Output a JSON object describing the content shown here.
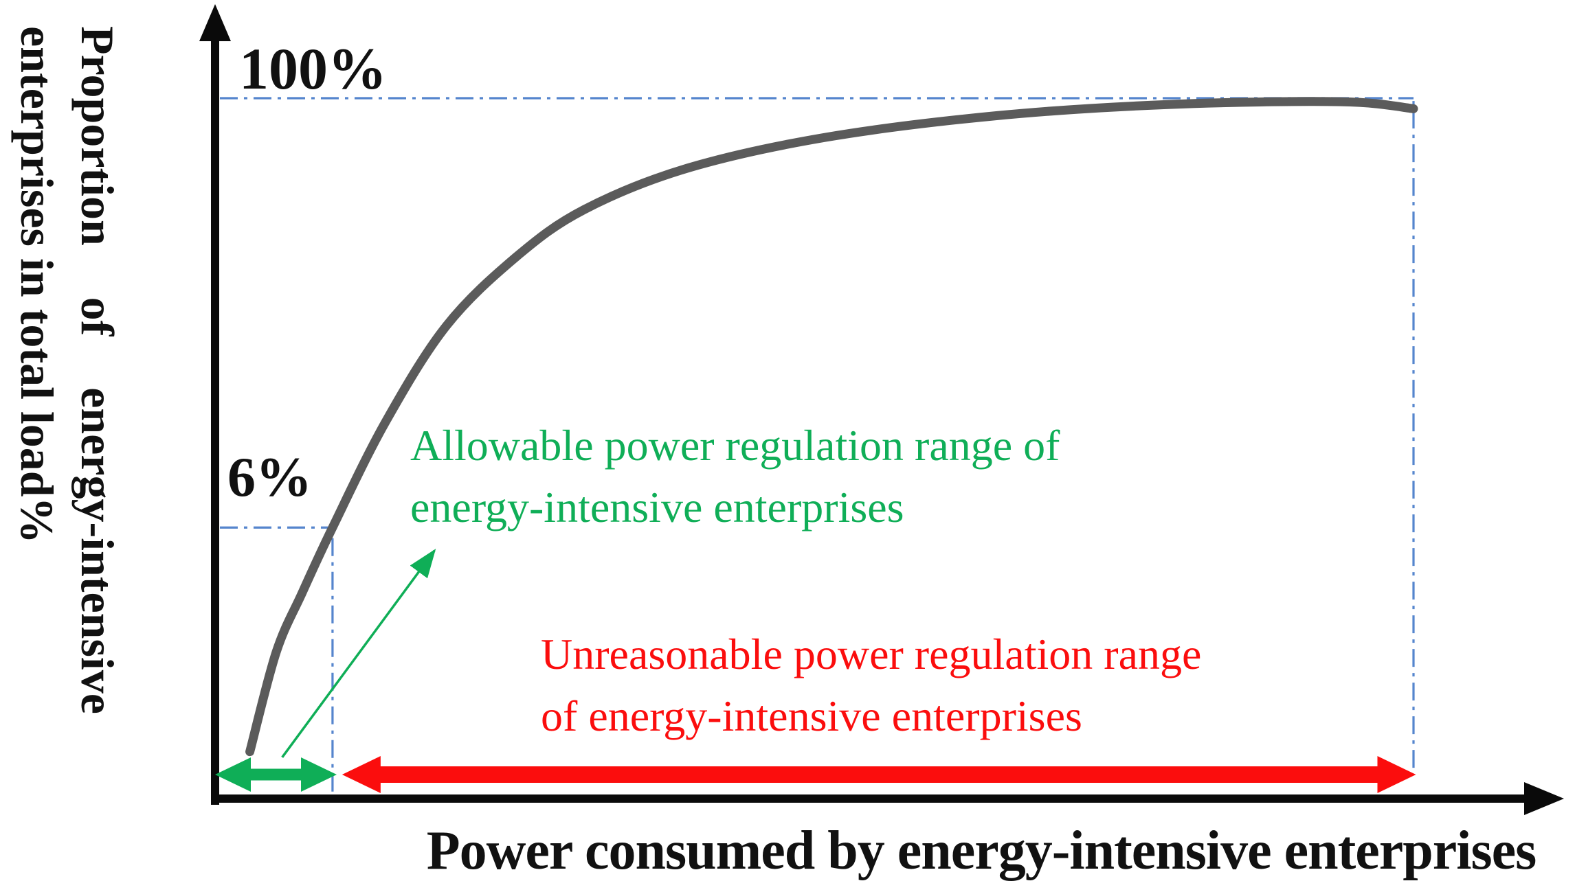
{
  "figure": {
    "y_axis_label_line1": "Proportion of energy-intensive",
    "y_axis_label_line2": "enterprises in total load%",
    "x_axis_label": "Power consumed by energy-intensive enterprises",
    "tick_100": "100%",
    "tick_6": "6%"
  },
  "annotations": {
    "allowable_line1": "Allowable power regulation range of",
    "allowable_line2": "energy-intensive enterprises",
    "unreasonable_line1": "Unreasonable power regulation range",
    "unreasonable_line2": "of energy-intensive enterprises"
  },
  "colors": {
    "axis": "#0a0a0a",
    "curve": "#5b5b5b",
    "guide": "#5585cd",
    "allowable": "#0fae57",
    "unreasonable": "#fb0d0d",
    "text": "#111111"
  },
  "chart_data": {
    "type": "line",
    "title": "",
    "xlabel": "Power consumed by energy-intensive enterprises",
    "ylabel": "Proportion of energy-intensive enterprises in total load%",
    "y_reference_labels": [
      "100%",
      "6%"
    ],
    "ylim": [
      0,
      1
    ],
    "grid": false,
    "legend": false,
    "series": [
      {
        "name": "proportion-of-energy-intensive-enterprises-in-total-load",
        "color_key": "curve",
        "points_frac": [
          [
            0.029,
            0.067
          ],
          [
            0.051,
            0.209
          ],
          [
            0.073,
            0.295
          ],
          [
            0.098,
            0.387
          ],
          [
            0.142,
            0.537
          ],
          [
            0.193,
            0.675
          ],
          [
            0.251,
            0.773
          ],
          [
            0.308,
            0.841
          ],
          [
            0.394,
            0.9
          ],
          [
            0.509,
            0.944
          ],
          [
            0.652,
            0.975
          ],
          [
            0.795,
            0.991
          ],
          [
            0.939,
            0.995
          ],
          [
            1.0,
            0.985
          ]
        ]
      }
    ],
    "guides": [
      {
        "type": "h",
        "fy": 1.0,
        "fx1": 0.004,
        "fx2": 1.0,
        "label": "100%"
      },
      {
        "type": "h",
        "fy": 0.387,
        "fx1": 0.004,
        "fx2": 0.098,
        "label": "6%"
      },
      {
        "type": "v",
        "fx": 0.098,
        "fy1": 0.01,
        "fy2": 0.387,
        "label": ""
      },
      {
        "type": "v",
        "fx": 1.0,
        "fy1": 0.044,
        "fy2": 1.0,
        "label": ""
      }
    ],
    "ranges": [
      {
        "name": "Allowable power regulation range of energy-intensive enterprises",
        "fx1": 0.0,
        "fx2": 0.1015,
        "fy": 0.0343,
        "color_key": "allowable"
      },
      {
        "name": "Unreasonable power regulation range of energy-intensive enterprises",
        "fx1": 0.106,
        "fx2": 1.002,
        "fy": 0.0343,
        "color_key": "unreasonable"
      }
    ],
    "pointer": {
      "from_frac": [
        0.056,
        0.059
      ],
      "to_frac": [
        0.183,
        0.354
      ],
      "color_key": "allowable"
    }
  }
}
